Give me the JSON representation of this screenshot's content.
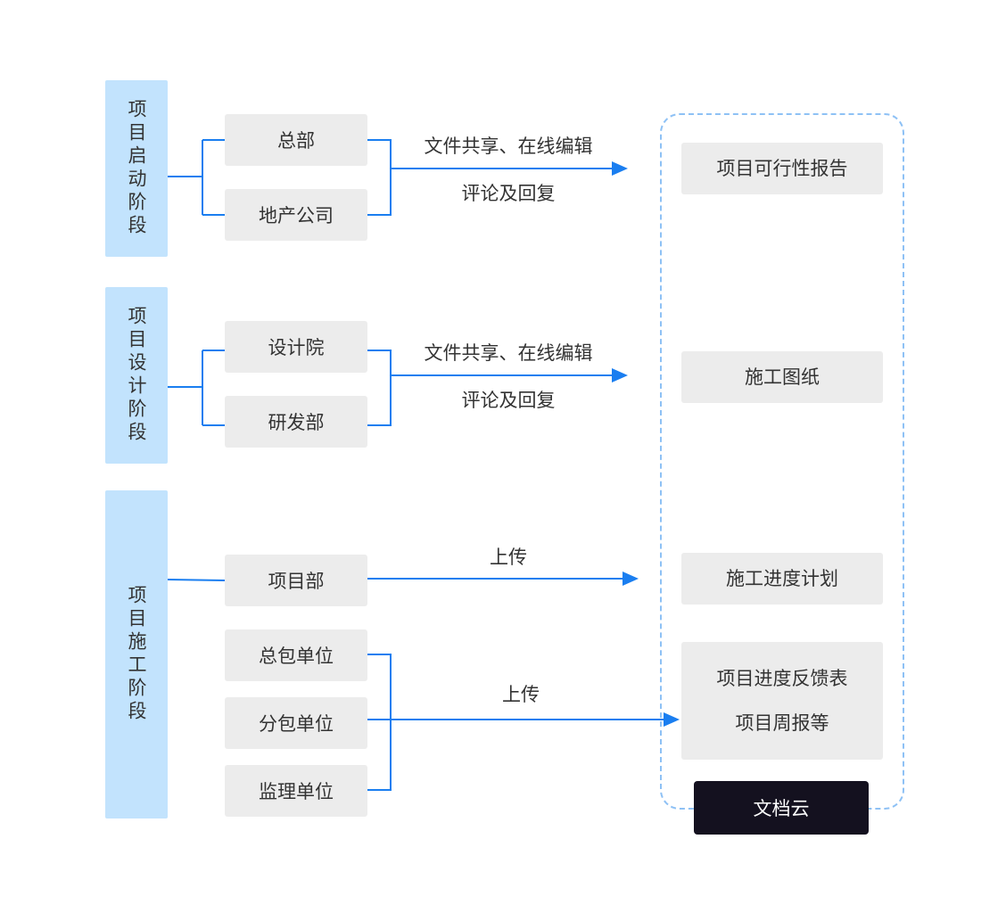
{
  "colors": {
    "stage_bg": "#c2e3fd",
    "node_bg": "#ececec",
    "connector": "#1a7ef0",
    "cloud_border": "#8ec1f5",
    "cloud_label_bg": "#14111f"
  },
  "stages": [
    {
      "label": "项目启动阶段",
      "participants": [
        "总部",
        "地产公司"
      ],
      "flows": [
        {
          "top": "文件共享、在线编辑",
          "bottom": "评论及回复"
        }
      ]
    },
    {
      "label": "项目设计阶段",
      "participants": [
        "设计院",
        "研发部"
      ],
      "flows": [
        {
          "top": "文件共享、在线编辑",
          "bottom": "评论及回复"
        }
      ]
    },
    {
      "label": "项目施工阶段",
      "participants": [
        "项目部",
        "总包单位",
        "分包单位",
        "监理单位"
      ],
      "flows": [
        {
          "top": "上传"
        },
        {
          "top": "上传"
        }
      ]
    }
  ],
  "cloud": {
    "label": "文档云",
    "documents": [
      {
        "lines": [
          "项目可行性报告"
        ]
      },
      {
        "lines": [
          "施工图纸"
        ]
      },
      {
        "lines": [
          "施工进度计划"
        ]
      },
      {
        "lines": [
          "项目进度反馈表",
          "项目周报等"
        ]
      }
    ]
  }
}
